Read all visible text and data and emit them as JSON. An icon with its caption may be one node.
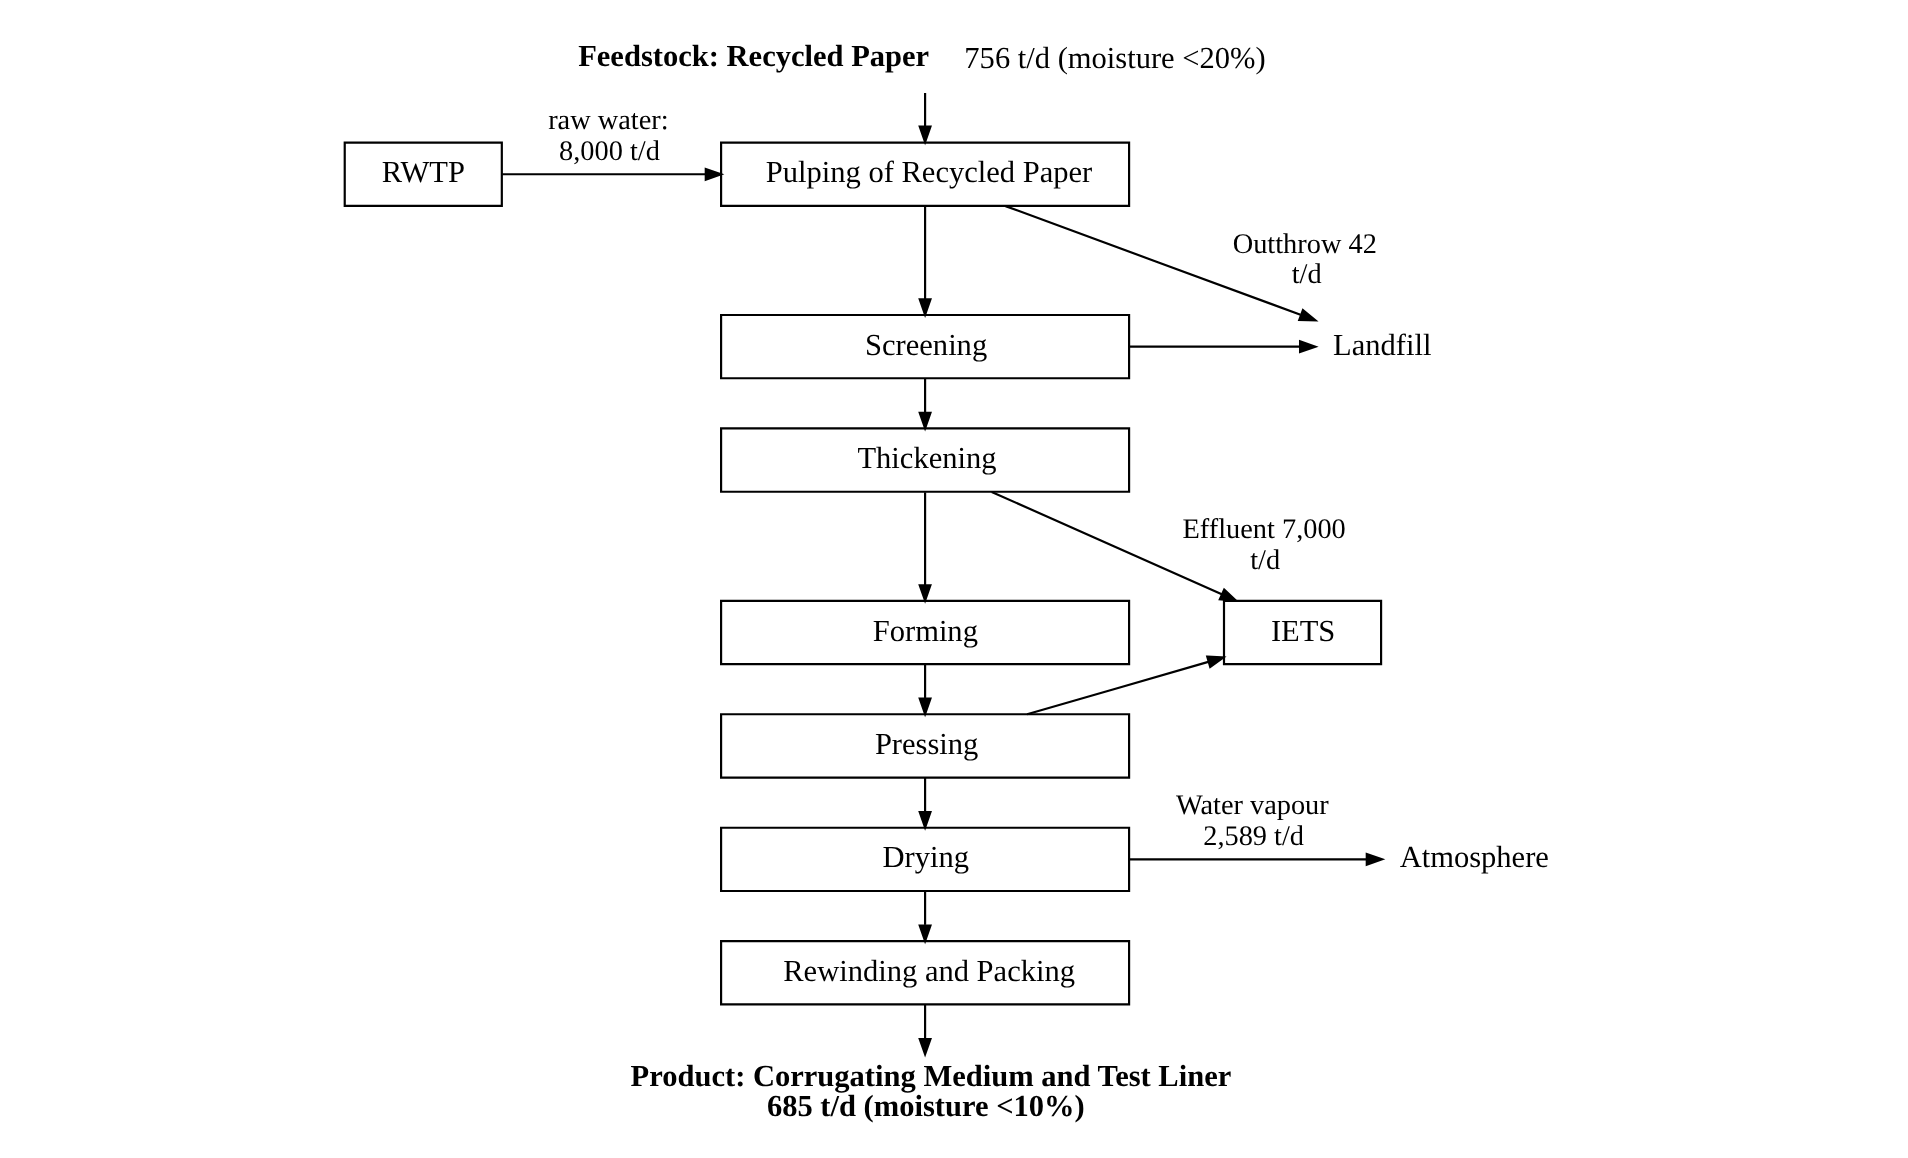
{
  "diagram": {
    "nodes": [
      {
        "text": [
          "**Feedstock: Recycled Paper** 756 t/d (moisture <20%)"
        ]
      },
      {
        "text": [
          "RWTP"
        ]
      },
      {
        "text": [
          "Pulping of Recycled Paper"
        ]
      },
      {
        "text": [
          "Screening"
        ]
      },
      {
        "text": [
          "Thickening"
        ]
      },
      {
        "text": [
          "Forming"
        ]
      },
      {
        "text": [
          "Pressing"
        ]
      },
      {
        "text": [
          "Drying"
        ]
      },
      {
        "text": [
          "Rewinding and Packing"
        ]
      },
      {
        "text": [
          "Landfill"
        ]
      },
      {
        "text": [
          "IETS"
        ]
      },
      {
        "text": [
          "Atmosphere"
        ]
      },
      {
        "text": [
          "Product: Corrugating Medium and Test Liner 685 t/d (moisture <10%)"
        ]
      }
    ],
    "edges": [
      {
        "from": 0,
        "to": 2,
        "arrow": "to"
      },
      {
        "from": 1,
        "to": 2,
        "arrow": "to",
        "label": "raw water: 8,000 t/d"
      },
      {
        "from": 2,
        "to": 3,
        "arrow": "to"
      },
      {
        "from": 3,
        "to": 4,
        "arrow": "to"
      },
      {
        "from": 4,
        "to": 5,
        "arrow": "to"
      },
      {
        "from": 5,
        "to": 6,
        "arrow": "to"
      },
      {
        "from": 6,
        "to": 7,
        "arrow": "to"
      },
      {
        "from": 7,
        "to": 8,
        "arrow": "to"
      },
      {
        "from": 8,
        "to": 12,
        "arrow": "to"
      },
      {
        "from": 2,
        "to": 9,
        "arrow": "to",
        "label": "Outthrow 42 t/d"
      },
      {
        "from": 3,
        "to": 9,
        "arrow": "to"
      },
      {
        "from": 4,
        "to": 10,
        "arrow": "to",
        "label": "Effluent 7,000 t/d"
      },
      {
        "from": 6,
        "to": 10,
        "arrow": "to"
      },
      {
        "from": 7,
        "to": 11,
        "arrow": "to",
        "label": "Water vapour 2,589 t/d"
      }
    ]
  }
}
